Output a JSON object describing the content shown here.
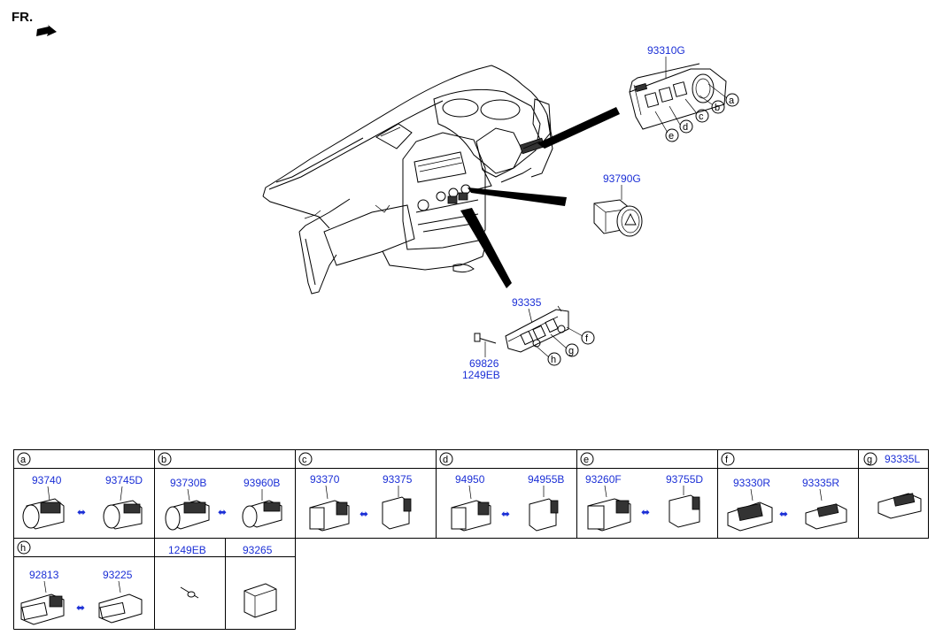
{
  "orientation": {
    "text": "FR."
  },
  "main_labels": {
    "p93310G": "93310G",
    "p93790G": "93790G",
    "p93335": "93335",
    "p69826": "69826",
    "p1249EB": "1249EB"
  },
  "callouts": {
    "a": "a",
    "b": "b",
    "c": "c",
    "d": "d",
    "e": "e",
    "f": "f",
    "g": "g",
    "h": "h"
  },
  "table": {
    "cells": [
      {
        "letter": "a",
        "left": "93740",
        "right": "93745D"
      },
      {
        "letter": "b",
        "left": "93730B",
        "right": "93960B"
      },
      {
        "letter": "c",
        "left": "93370",
        "right": "93375"
      },
      {
        "letter": "d",
        "left": "94950",
        "right": "94955B"
      },
      {
        "letter": "e",
        "left": "93260F",
        "right": "93755D"
      },
      {
        "letter": "f",
        "left": "93330R",
        "right": "93335R"
      },
      {
        "letter": "g",
        "single": "93335L"
      }
    ],
    "row2": {
      "h_letter": "h",
      "h_left": "92813",
      "h_right": "93225",
      "screw": "1249EB",
      "cap": "93265"
    }
  }
}
